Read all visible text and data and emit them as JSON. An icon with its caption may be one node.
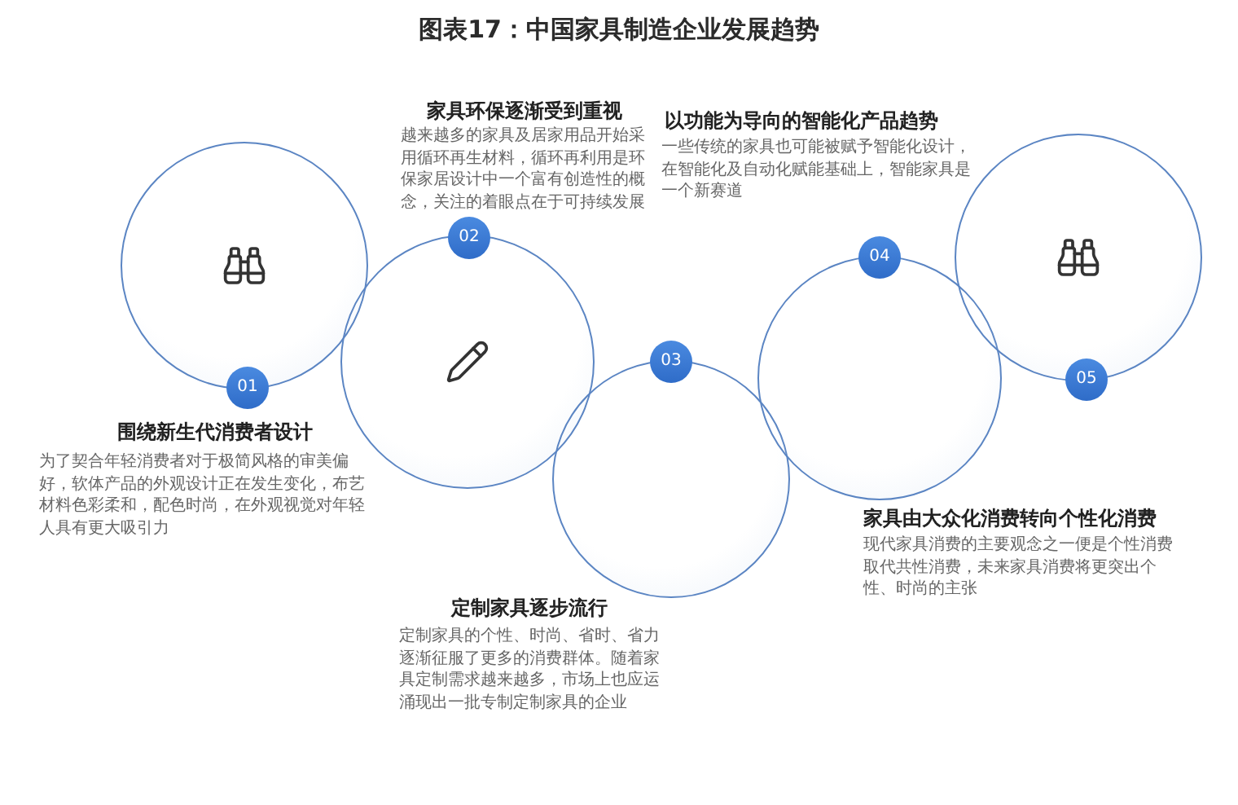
{
  "diagram": {
    "title": "图表17：中国家具制造企业发展趋势",
    "nodes": [
      {
        "text": [],
        "shape": "circle"
      },
      {
        "text": [
          "01"
        ]
      },
      {
        "text": [],
        "shape": "circle"
      },
      {
        "text": [
          "02"
        ]
      },
      {
        "text": [],
        "shape": "circle"
      },
      {
        "text": [
          "03"
        ]
      },
      {
        "text": [],
        "shape": "circle"
      },
      {
        "text": [
          "04"
        ]
      },
      {
        "text": [],
        "shape": "circle"
      },
      {
        "text": [
          "05"
        ]
      }
    ],
    "labels": [
      "家具环保逐渐受到重视",
      "越来越多的家具及居家用品开始采用循环再生材料，循环再利用是环保家居设计中一个富有创造性的概念，关注的着眼点在于可持续发展",
      "以功能为导向的智能化产品趋势",
      "一些传统的家具也可能被赋予智能化设计，在智能化及自动化赋能基础上，智能家具是一个新赛道",
      "围绕新生代消费者设计",
      "为了契合年轻消费者对于极简风格的审美偏好，软体产品的外观设计正在发生变化，布艺材料色彩柔和，配色时尚，在外观视觉对年轻人具有更大吸引力",
      "家具由大众化消费转向个性化消费",
      "现代家具消费的主要观念之一便是个性消费取代共性消费，未来家具消费将更突出个性、时尚的主张",
      "定制家具逐步流行",
      "定制家具的个性、时尚、省时、省力逐渐征服了更多的消费群体。随着家具定制需求越来越多，市场上也应运涌现出一批专制定制家具的企业"
    ]
  }
}
